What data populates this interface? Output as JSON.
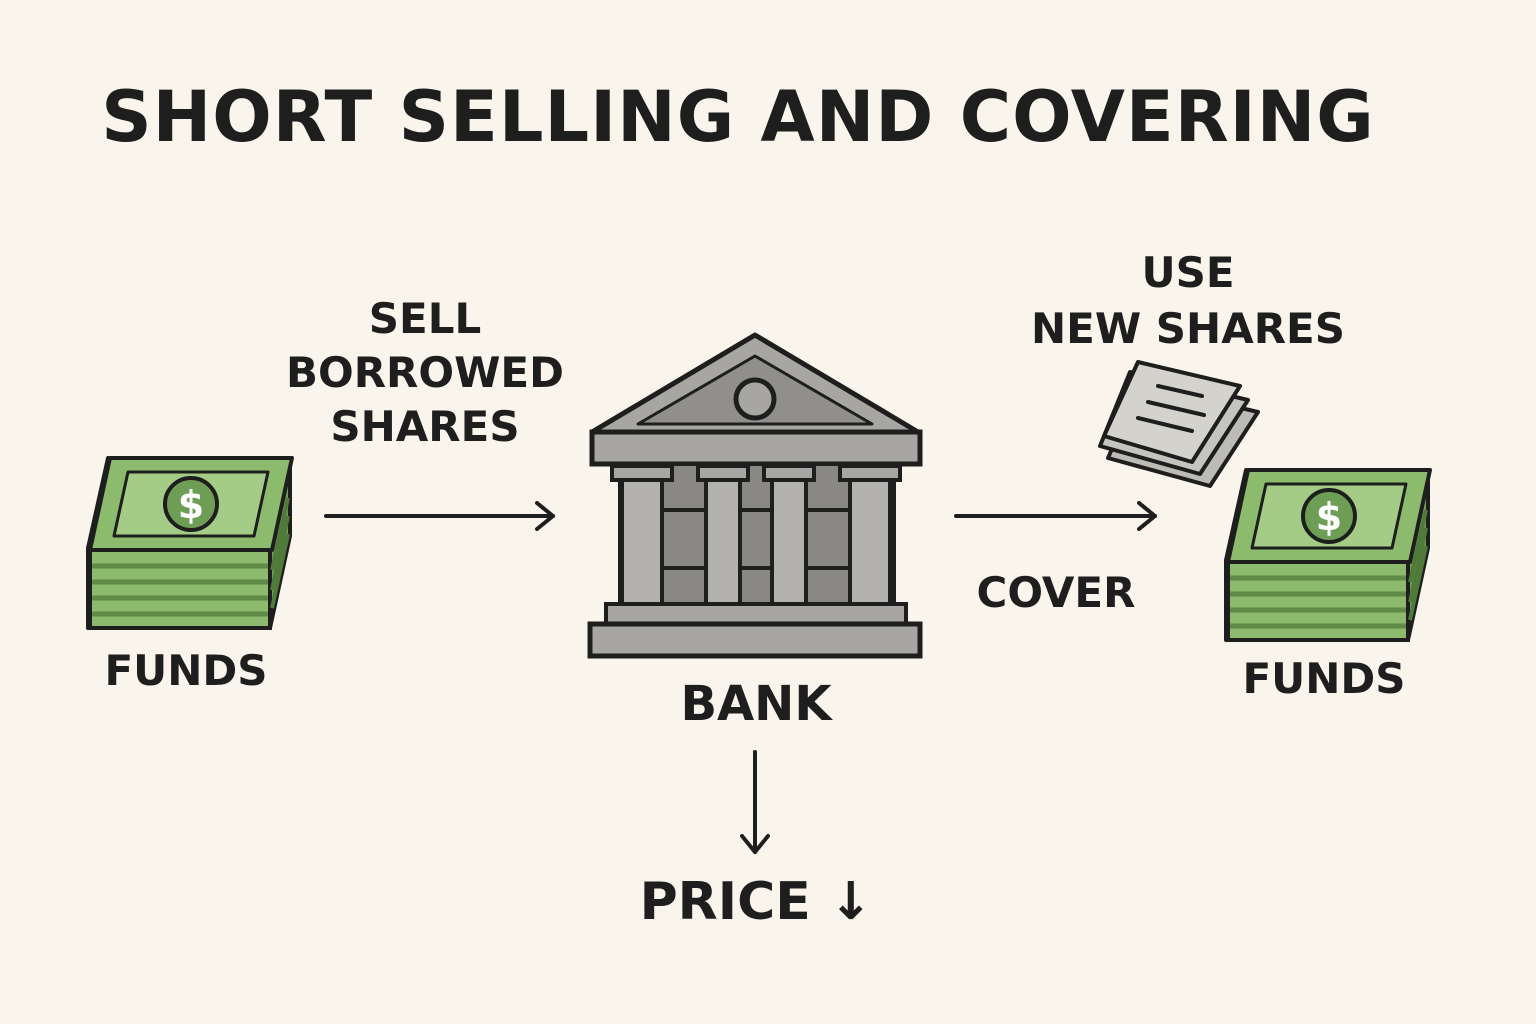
{
  "title": "SHORT SELLING AND COVERING",
  "labels": {
    "sell_line1": "SELL",
    "sell_line2": "BORROWED",
    "sell_line3": "SHARES",
    "use_line1": "USE",
    "use_line2": "NEW SHARES",
    "cover": "COVER",
    "funds_left": "FUNDS",
    "funds_right": "FUNDS",
    "bank": "BANK",
    "price": "PRICE ↓"
  },
  "icons": {
    "money_left": "money-stack-icon",
    "money_right": "money-stack-icon",
    "bank": "bank-building-icon",
    "documents": "document-stack-icon",
    "dollar_symbol": "$"
  },
  "colors": {
    "background": "#faf5ec",
    "ink": "#1e1e1e",
    "money_green": "#8dbb6e",
    "money_dark_green": "#6e9e55",
    "bank_gray": "#a8a6a2",
    "bank_dark_gray": "#7d7b78",
    "paper_gray": "#cfcdc8"
  }
}
